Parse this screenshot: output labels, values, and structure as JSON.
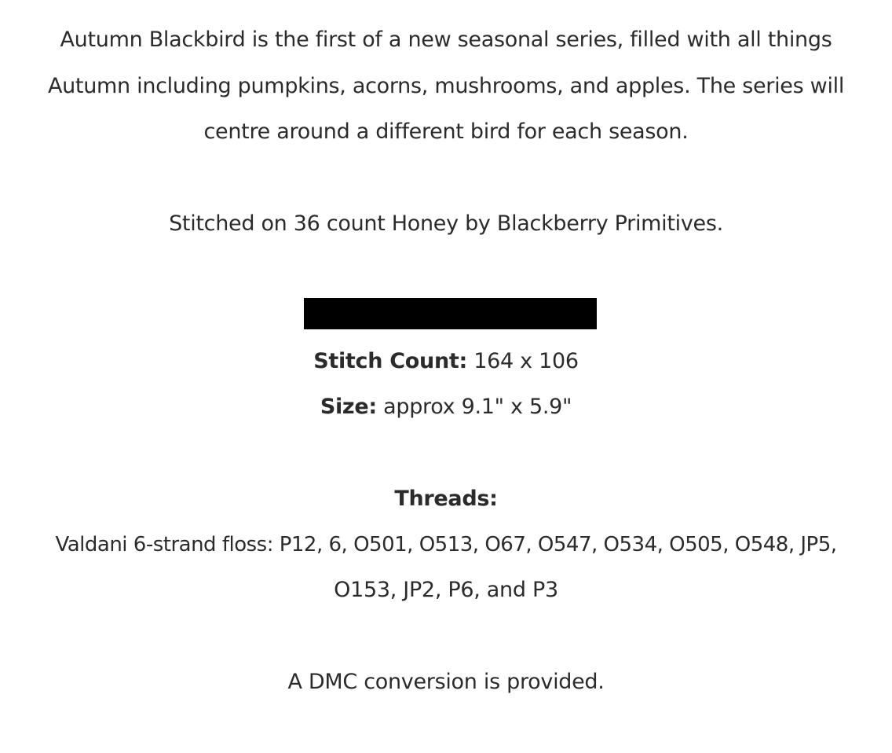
{
  "description": {
    "line1": "Autumn Blackbird is the first of a new seasonal series, filled with all things",
    "line2": "Autumn including pumpkins, acorns, mushrooms, and apples. The series will",
    "line3": "centre around a different bird for each season."
  },
  "fabric": "Stitched on 36 count Honey by Blackberry Primitives.",
  "redacted_block_color": "#000000",
  "specs": {
    "stitch_count_label": "Stitch Count:",
    "stitch_count_value": " 164 x 106",
    "size_label": "Size:",
    "size_value": " approx 9.1\" x 5.9\""
  },
  "threads": {
    "heading": "Threads:",
    "line1": "Valdani 6-strand floss: P12, 6, O501, O513, O67, O547, O534, O505, O548, JP5,",
    "line2": "O153, JP2, P6, and P3"
  },
  "conversion": "A DMC conversion is provided."
}
